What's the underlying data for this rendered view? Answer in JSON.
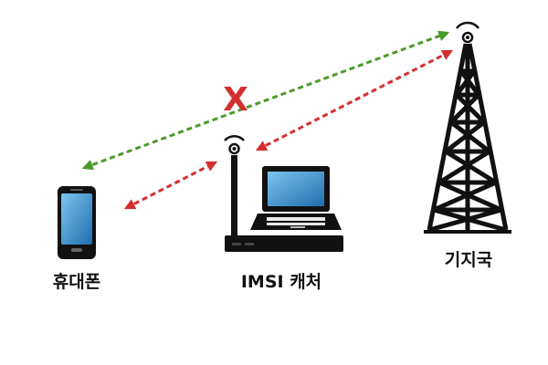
{
  "labels": {
    "phone": "휴대폰",
    "imsi_catcher": "IMSI 캐처",
    "base_station": "기지국"
  },
  "blocked_mark": "X",
  "colors": {
    "legit_link": "#4c9a2a",
    "intercept_link": "#d32f2f",
    "blocked_mark": "#d32f2f",
    "device_body": "#111111",
    "screen": "#4aa0d8"
  },
  "icons": [
    "phone-icon",
    "imsi-catcher-icon",
    "laptop-icon",
    "antenna-icon",
    "base-station-tower-icon",
    "signal-icon"
  ],
  "links": [
    {
      "from": "phone",
      "to": "base_station",
      "kind": "legit",
      "blocked": true
    },
    {
      "from": "phone",
      "to": "imsi_catcher",
      "kind": "intercept",
      "blocked": false
    },
    {
      "from": "imsi_catcher",
      "to": "base_station",
      "kind": "intercept",
      "blocked": false
    }
  ]
}
